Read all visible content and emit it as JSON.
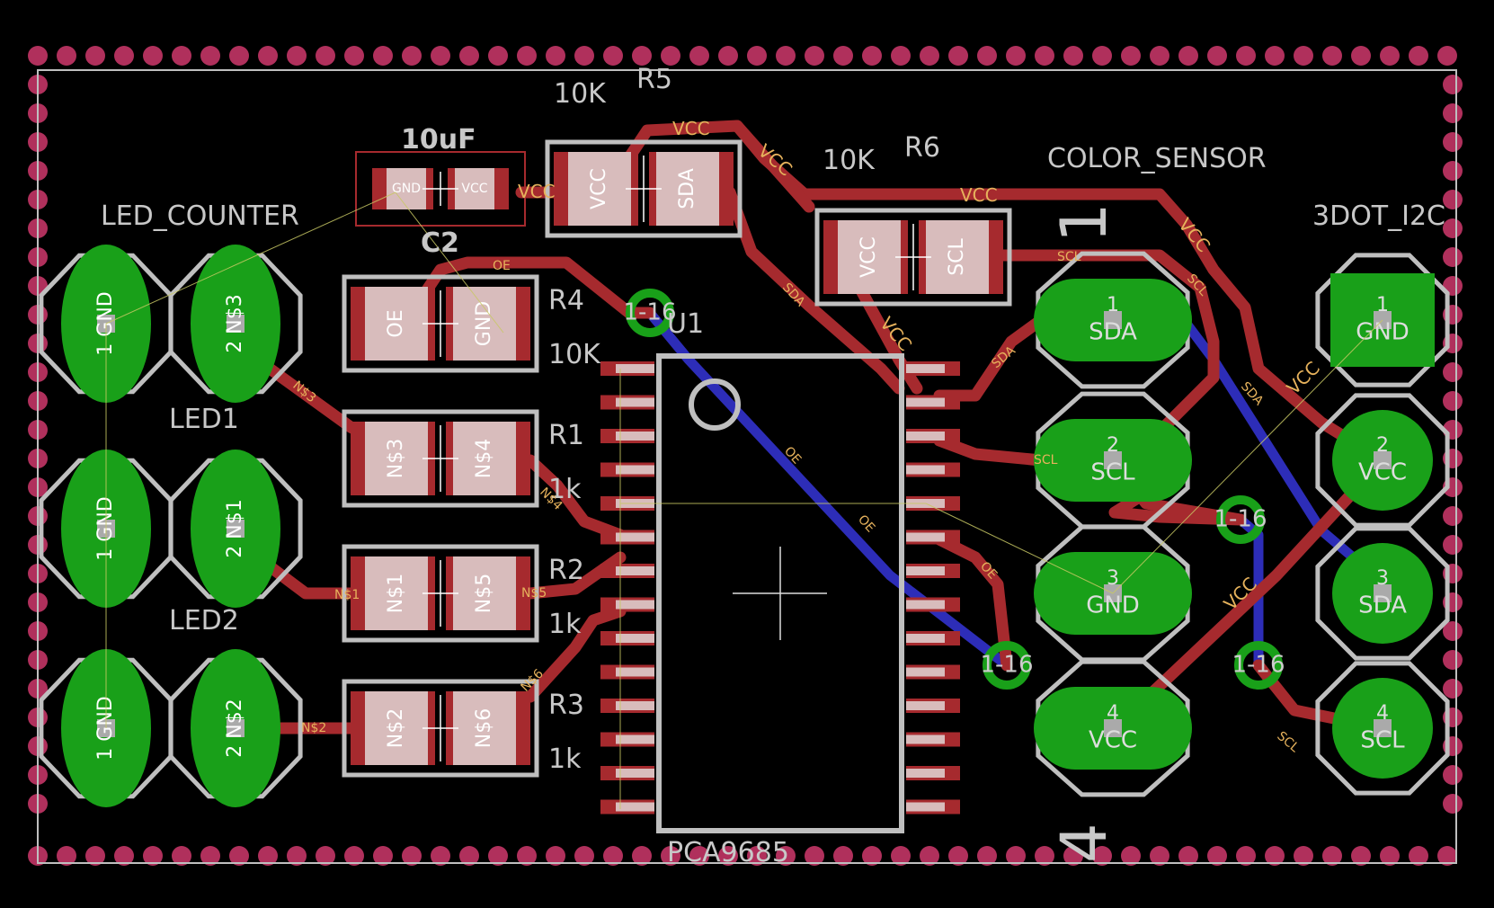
{
  "colors": {
    "background": "#000000",
    "outline": "#bfbfbf",
    "top_copper": "#a62a2e",
    "bottom_copper": "#2d2db8",
    "pad": "#19a019",
    "stitch": "#b0305c",
    "smd_pad": "#d8bcbc",
    "net_text": "#e6b25c",
    "airwire": "#c8c864",
    "label": "#c8c8c8"
  },
  "components": {
    "led_counter": {
      "name": "LED_COUNTER"
    },
    "led1": {
      "name": "LED1"
    },
    "led2": {
      "name": "LED2"
    },
    "c2": {
      "name": "C2",
      "value": "10uF",
      "pin1": "GND",
      "pin2": "VCC"
    },
    "r1": {
      "name": "R1",
      "value": "1k",
      "pin1": "N$3",
      "pin2": "N$4"
    },
    "r2": {
      "name": "R2",
      "value": "1k",
      "pin1": "N$1",
      "pin2": "N$5"
    },
    "r3": {
      "name": "R3",
      "value": "1k",
      "pin1": "N$2",
      "pin2": "N$6"
    },
    "r4": {
      "name": "R4",
      "value": "10K",
      "pin1": "OE",
      "pin2": "GND"
    },
    "r5": {
      "name": "R5",
      "value": "10K",
      "pin1": "VCC",
      "pin2": "SDA"
    },
    "r6": {
      "name": "R6",
      "value": "10K",
      "pin1": "VCC",
      "pin2": "SCL"
    },
    "u1": {
      "name": "U1",
      "value": "PCA9685"
    },
    "color_sensor": {
      "name": "COLOR_SENSOR",
      "pin_first": "1",
      "pin_last": "4",
      "pins": [
        {
          "num": "1",
          "net": "SDA"
        },
        {
          "num": "2",
          "net": "SCL"
        },
        {
          "num": "3",
          "net": "GND"
        },
        {
          "num": "4",
          "net": "VCC"
        }
      ]
    },
    "dot_i2c": {
      "name": "3DOT_I2C",
      "pins": [
        {
          "num": "1",
          "net": "GND"
        },
        {
          "num": "2",
          "net": "VCC"
        },
        {
          "num": "3",
          "net": "SDA"
        },
        {
          "num": "4",
          "net": "SCL"
        }
      ]
    },
    "led_pads": {
      "led_counter_pin1": "GND",
      "led_counter_pin2": "N$3",
      "led1_pin1": "GND",
      "led1_pin2": "N$1",
      "led2_pin1": "GND",
      "led2_pin2": "N$2"
    }
  },
  "vias": {
    "label": "1-16"
  },
  "net_labels": {
    "vcc": "VCC",
    "sda": "SDA",
    "scl": "SCL",
    "oe": "OE",
    "n1": "N$1",
    "n2": "N$2",
    "n3": "N$3",
    "n4": "N$4",
    "n5": "N$5",
    "n6": "N$6"
  }
}
